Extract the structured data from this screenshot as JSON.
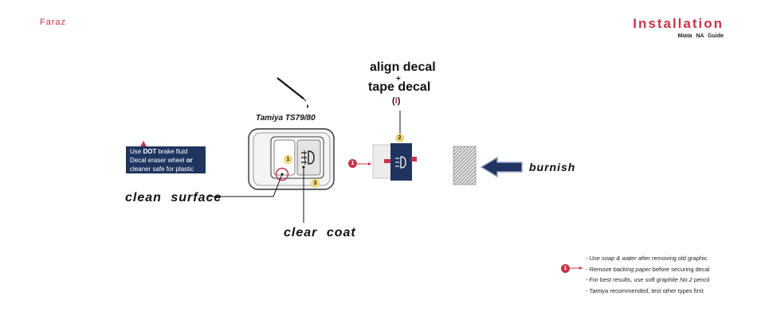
{
  "header": {
    "brand": "Faraz",
    "title": "Installation",
    "subtitle": "Miata NA Guide"
  },
  "labels": {
    "align_decal": "align decal",
    "plus": "+",
    "tape_decal": "tape decal",
    "paren_open": "(",
    "paren_mark": "I",
    "paren_close": ")",
    "tamiya": "Tamiya TS79/80",
    "clean_surface": "clean surface",
    "clear_coat": "clear coat",
    "burnish": "burnish"
  },
  "info_box": {
    "line1_pre": "Use ",
    "line1_bold": "DOT",
    "line1_post": " brake fluid",
    "line2_pre": "Decal eraser wheel ",
    "line2_bold": "or",
    "line3": "cleaner safe for plastic"
  },
  "badges": {
    "one": "1",
    "two": "2",
    "three": "3",
    "red_one": "1",
    "notes_one": "1"
  },
  "switch_icon": "foglight-icon",
  "notes": [
    {
      "pre": "- Use ",
      "em": "soap & water",
      "post": " after removing old graphic"
    },
    {
      "pre": "- Remove ",
      "em": "backing paper",
      "post": " before securing decal"
    },
    {
      "pre": "- For best results, use ",
      "em": "soft graphite No.2",
      "post": " pencil"
    },
    {
      "pre": "- Tamiya recommended, test other types first",
      "em": "",
      "post": ""
    }
  ],
  "colors": {
    "accent_red": "#c8334a",
    "navy": "#1f3460",
    "badge_yellow": "#f2d77a"
  }
}
